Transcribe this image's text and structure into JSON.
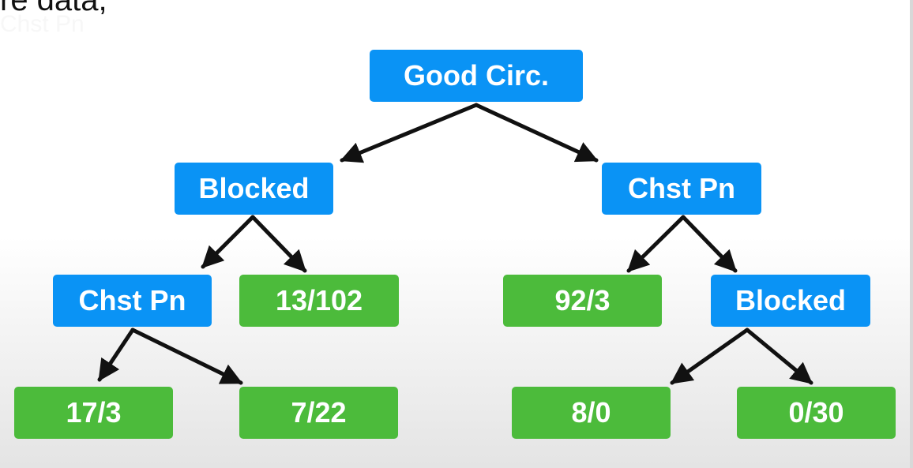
{
  "caption": "re data,",
  "caption_faded": "Chst Pn",
  "colors": {
    "decision_node": "#0a93f5",
    "leaf_node": "#4cbb3b",
    "arrow": "#111111"
  },
  "tree": {
    "root": "Good Circ.",
    "left": {
      "label": "Blocked",
      "child_decision": "Chst Pn",
      "child_decision_leaves": [
        "17/3",
        "7/22"
      ],
      "leaf": "13/102"
    },
    "right": {
      "label": "Chst Pn",
      "leaf": "92/3",
      "child_decision": "Blocked",
      "child_decision_leaves": [
        "8/0",
        "0/30"
      ]
    }
  }
}
